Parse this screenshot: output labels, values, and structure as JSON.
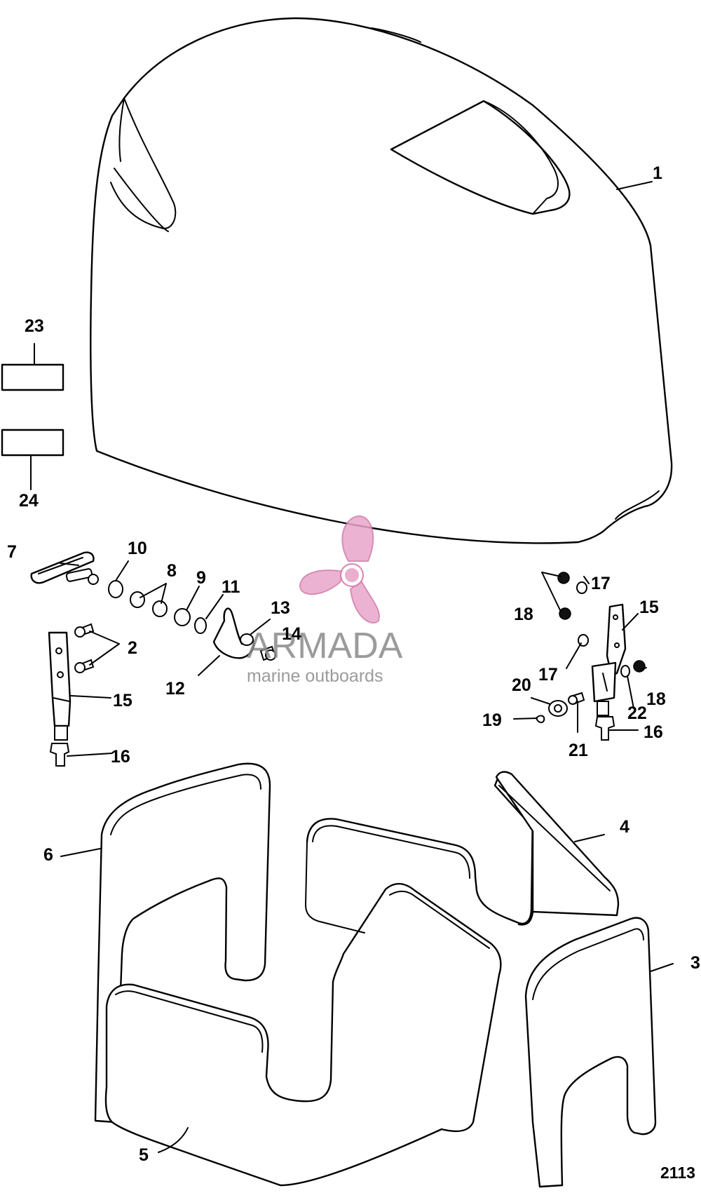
{
  "diagram": {
    "reference_number": "2113",
    "watermark": {
      "brand": "ARMADA",
      "tagline": "marine outboards",
      "logo_icon": "propeller-icon",
      "colors": {
        "logo": "#e8a6c9",
        "text": "#8a8a8a"
      }
    },
    "callouts": {
      "c1": "1",
      "c2": "2",
      "c3": "3",
      "c4": "4",
      "c5": "5",
      "c6": "6",
      "c7": "7",
      "c8": "8",
      "c9": "9",
      "c10": "10",
      "c11": "11",
      "c12": "12",
      "c13": "13",
      "c14": "14",
      "c15a": "15",
      "c15b": "15",
      "c16a": "16",
      "c16b": "16",
      "c17a": "17",
      "c17b": "17",
      "c18a": "18",
      "c18b": "18",
      "c19": "19",
      "c20": "20",
      "c21": "21",
      "c22": "22",
      "c23": "23",
      "c24": "24"
    }
  }
}
